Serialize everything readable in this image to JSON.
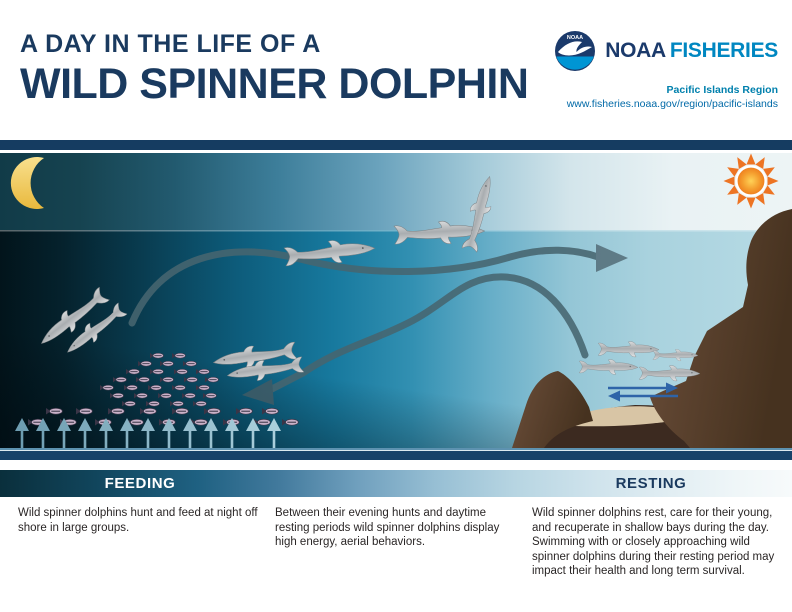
{
  "header": {
    "title_line1": "A DAY IN THE LIFE OF A",
    "title_line2": "WILD SPINNER DOLPHIN",
    "logo": {
      "emblem_label": "NOAA",
      "org": "NOAA",
      "org_suffix": "FISHERIES",
      "region": "Pacific Islands Region",
      "url": "www.fisheries.noaa.gov/region/pacific-islands"
    }
  },
  "phase_bar": {
    "feeding_label": "FEEDING",
    "resting_label": "RESTING"
  },
  "captions": {
    "feeding": "Wild spinner dolphins hunt and feed at night off shore in large groups.",
    "transition": "Between their evening hunts and daytime resting periods wild spinner dolphins display high energy, aerial behaviors.",
    "resting": "Wild spinner dolphins rest, care for their young, and recuperate in shallow bays during the day. Swimming with or closely approaching wild spinner dolphins during their resting period may impact their health and long term survival."
  },
  "scene": {
    "icons": [
      "moon-icon",
      "sun-icon",
      "dolphin-icon",
      "fish-icon",
      "travel-arrow-icon",
      "upwelling-arrow-icon",
      "bay-shuttle-arrow-icon"
    ],
    "up_arrow_count": 13,
    "bay_dolphin_count": 4,
    "time_left": "night",
    "time_right": "day"
  },
  "colors": {
    "title_navy": "#1a3a5f",
    "fisheries_blue": "#0087c1",
    "region_blue": "#0080ad",
    "url_blue": "#0069a7",
    "divider_navy": "#153c61",
    "cliff_brown": "#5a4232",
    "sand_tan": "#d8c5a5",
    "caption_text": "#2a2626"
  }
}
